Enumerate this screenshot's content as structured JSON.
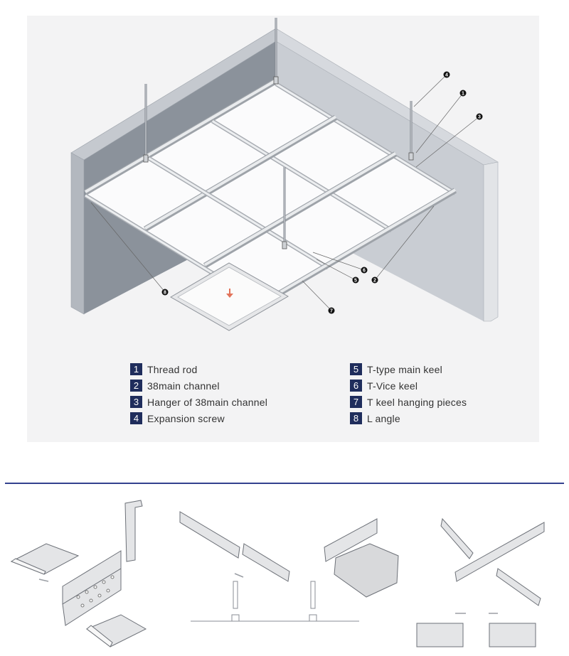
{
  "diagram": {
    "title": "Ceiling keel system installation diagram",
    "callouts": [
      "1",
      "2",
      "3",
      "4",
      "5",
      "6",
      "7",
      "8"
    ],
    "colors": {
      "badge": "#1f2d5c",
      "divider": "#34428f",
      "arrow": "#e2735a"
    }
  },
  "legend": {
    "left": [
      {
        "num": "1",
        "label": "Thread rod"
      },
      {
        "num": "2",
        "label": "38main channel"
      },
      {
        "num": "3",
        "label": "Hanger of 38main channel"
      },
      {
        "num": "4",
        "label": "Expansion screw"
      }
    ],
    "right": [
      {
        "num": "5",
        "label": "T-type main keel"
      },
      {
        "num": "6",
        "label": "T-Vice keel"
      },
      {
        "num": "7",
        "label": "T keel hanging pieces"
      },
      {
        "num": "8",
        "label": "L angle"
      }
    ]
  }
}
